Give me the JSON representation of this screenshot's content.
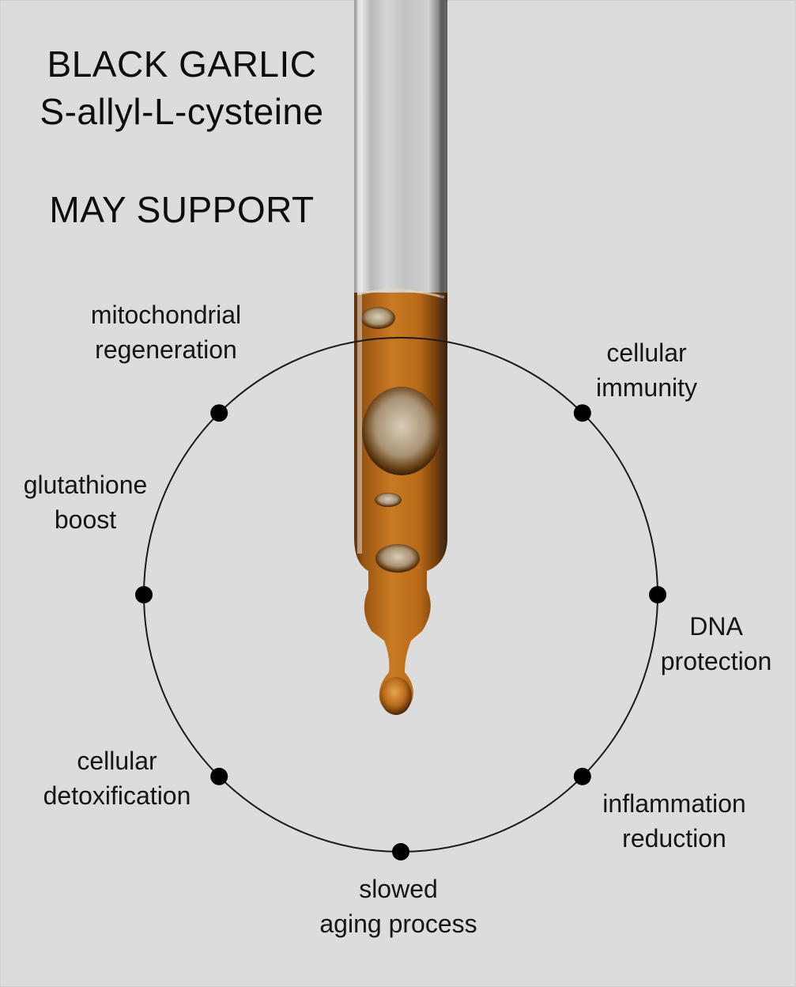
{
  "header": {
    "title_line1": "BLACK GARLIC",
    "title_line2": "S-allyl-L-cysteine",
    "subtitle": "MAY SUPPORT"
  },
  "image": {
    "subject": "glass dropper pipette with amber liquid and falling drop",
    "liquid_color": "#b5691a",
    "glass_color": "#c9c9c9"
  },
  "colors": {
    "background": "#dcdcdc",
    "text": "#111111",
    "circle_stroke": "#1a1a1a",
    "dot": "#000000"
  },
  "benefits": [
    {
      "id": "mitochondrial",
      "line1": "mitochondrial",
      "line2": "regeneration",
      "position": "upper-left"
    },
    {
      "id": "immunity",
      "line1": "cellular",
      "line2": "immunity",
      "position": "upper-right"
    },
    {
      "id": "glutathione",
      "line1": "glutathione",
      "line2": "boost",
      "position": "left"
    },
    {
      "id": "dna",
      "line1": "DNA",
      "line2": "protection",
      "position": "right"
    },
    {
      "id": "detox",
      "line1": "cellular",
      "line2": "detoxification",
      "position": "lower-left"
    },
    {
      "id": "inflammation",
      "line1": "inflammation",
      "line2": "reduction",
      "position": "lower-right"
    },
    {
      "id": "aging",
      "line1": "slowed",
      "line2": "aging process",
      "position": "bottom"
    }
  ]
}
